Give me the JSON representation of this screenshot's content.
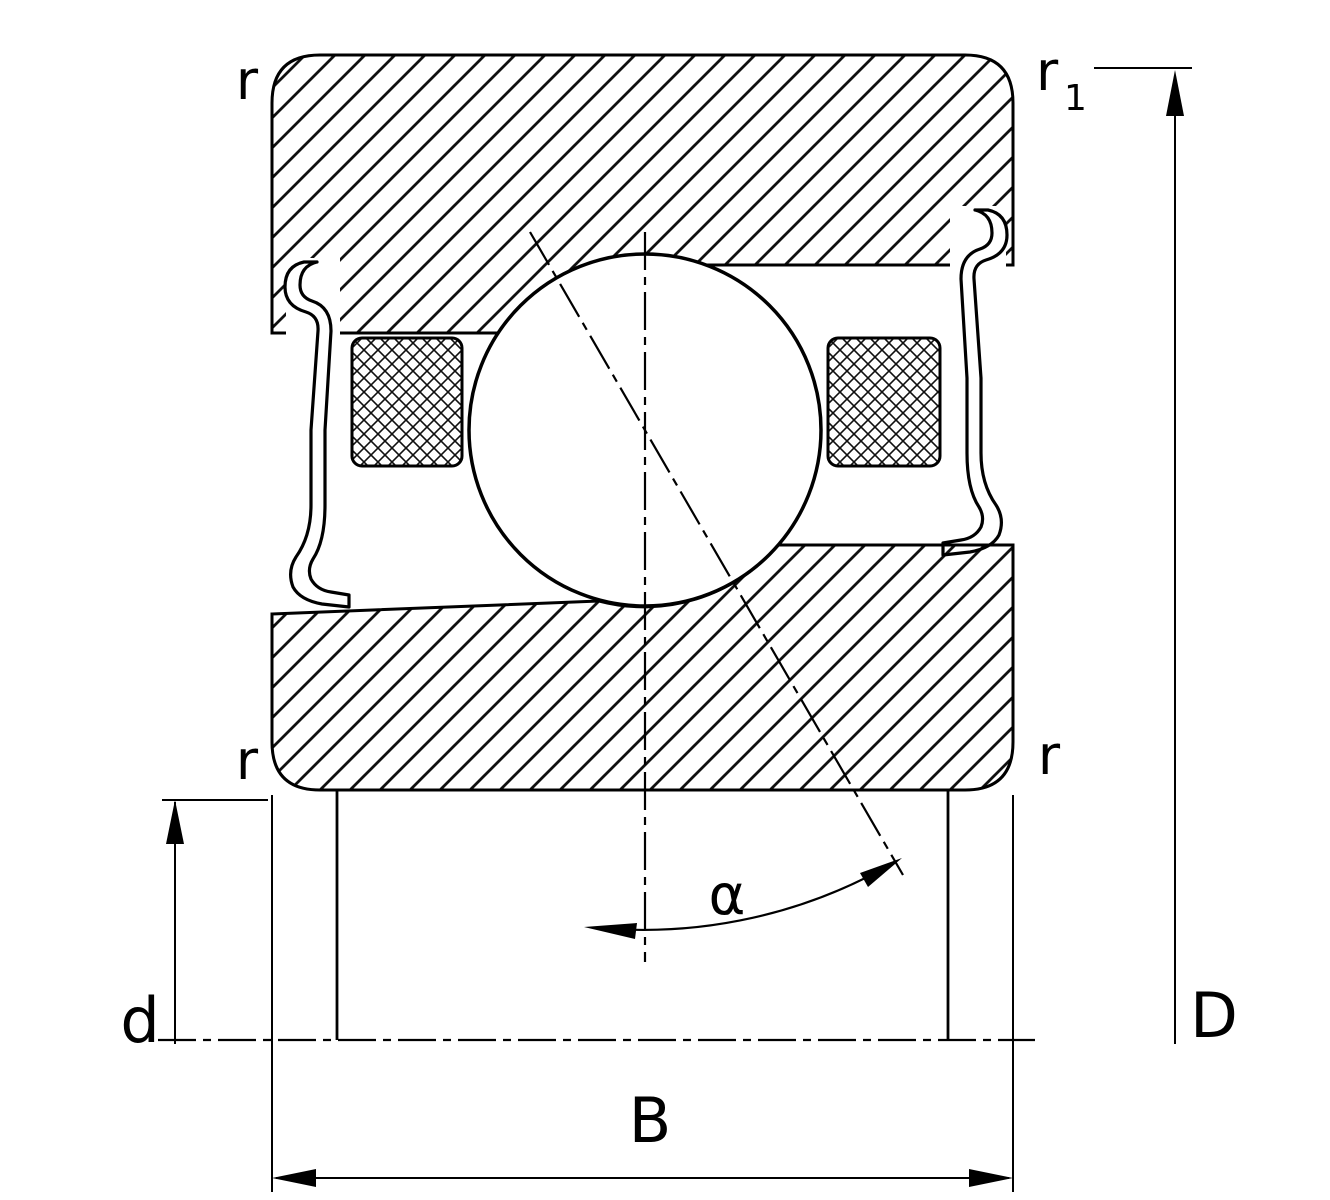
{
  "labels": {
    "radius_top_left": "r",
    "radius_top_right": {
      "base": "r",
      "sub": "1"
    },
    "radius_bottom_left": "r",
    "radius_bottom_right": "r",
    "bore_diameter": "d",
    "outer_diameter": "D",
    "width": "B",
    "contact_angle": "α"
  },
  "colors": {
    "line": "#000000",
    "background": "#ffffff"
  }
}
